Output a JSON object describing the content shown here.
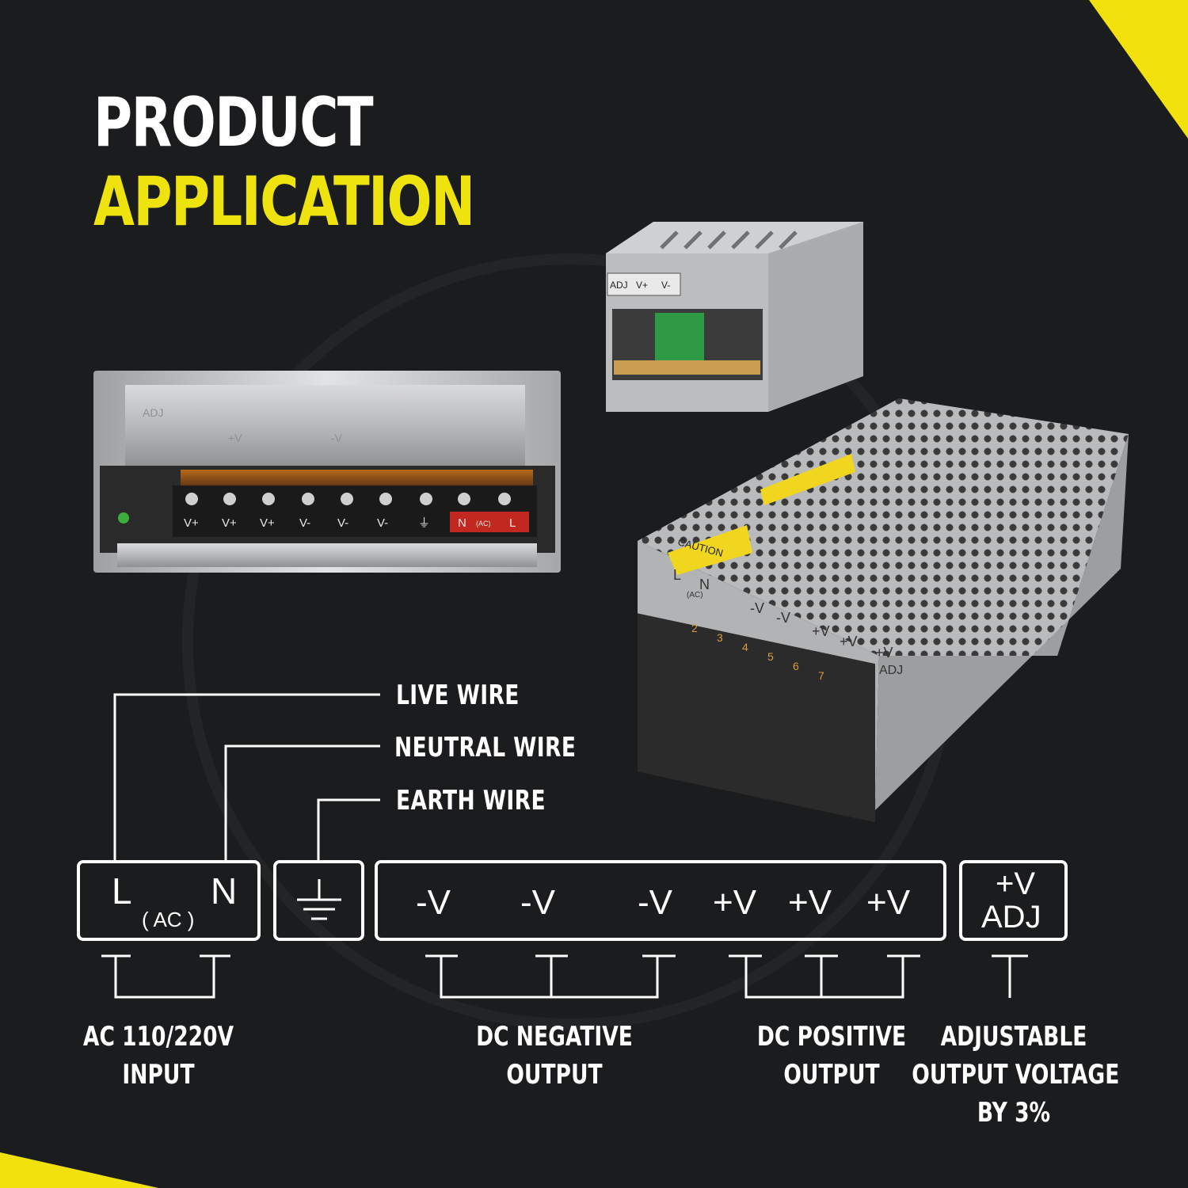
{
  "heading": {
    "line1": "PRODUCT",
    "line2": "APPLICATION"
  },
  "colors": {
    "background": "#1b1c1e",
    "accent": "#efe30f",
    "line": "#ffffff"
  },
  "wires": {
    "live": "LIVE WIRE",
    "neutral": "NEUTRAL WIRE",
    "earth": "EARTH WIRE"
  },
  "terminals": {
    "ac": {
      "l": "L",
      "n": "N",
      "ac": "( AC )"
    },
    "earth_icon": "ground-icon",
    "dc": [
      "-V",
      "-V",
      "-V",
      "+V",
      "+V",
      "+V"
    ],
    "adj": {
      "line1": "+V",
      "line2": "ADJ"
    }
  },
  "captions": {
    "ac_input": [
      "AC 110/220V",
      "INPUT"
    ],
    "dc_negative": [
      "DC NEGATIVE",
      "OUTPUT"
    ],
    "dc_positive": [
      "DC POSITIVE",
      "OUTPUT"
    ],
    "adjustable": [
      "ADJUSTABLE",
      "OUTPUT VOLTAGE",
      "BY 3%"
    ]
  },
  "photos": {
    "wide_psu": {
      "terminal_labels": [
        "V+",
        "V+",
        "V+",
        "V-",
        "V-",
        "V-",
        "⏚",
        "N",
        "L"
      ],
      "ac_label": "(AC)",
      "lid_labels": [
        "ADJ",
        "+V",
        "-V"
      ]
    },
    "small_psu": {
      "labels": [
        "ADJ",
        "V+",
        "V-"
      ]
    },
    "large_psu": {
      "labels": [
        "L",
        "N",
        "(AC)",
        "-V",
        "-V",
        "+V",
        "+V",
        "+V",
        "ADJ"
      ],
      "caution": "CAUTION",
      "numbers": [
        "2",
        "3",
        "4",
        "5",
        "6",
        "7"
      ]
    }
  }
}
